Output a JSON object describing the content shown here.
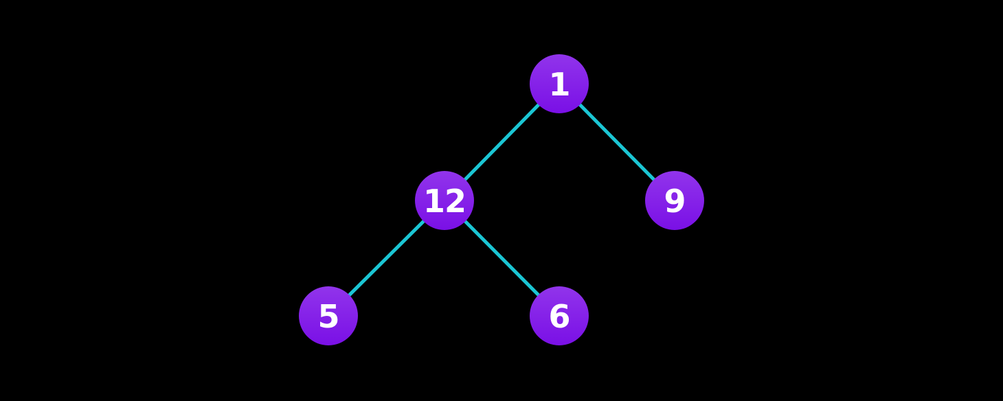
{
  "diagram": {
    "type": "binary-tree",
    "background_color": "#000000",
    "edge_color": "#1BC6D4",
    "node_gradient_top": "#9134EB",
    "node_gradient_bottom": "#7A10E6",
    "node_text_color": "#FFFFFF",
    "nodes": [
      {
        "value": "1",
        "role": "root"
      },
      {
        "value": "12",
        "role": "left-child-of-1"
      },
      {
        "value": "9",
        "role": "right-child-of-1"
      },
      {
        "value": "5",
        "role": "left-child-of-12"
      },
      {
        "value": "6",
        "role": "right-child-of-12"
      }
    ],
    "edges": [
      {
        "from": "1",
        "to": "12"
      },
      {
        "from": "1",
        "to": "9"
      },
      {
        "from": "12",
        "to": "5"
      },
      {
        "from": "12",
        "to": "6"
      }
    ]
  }
}
